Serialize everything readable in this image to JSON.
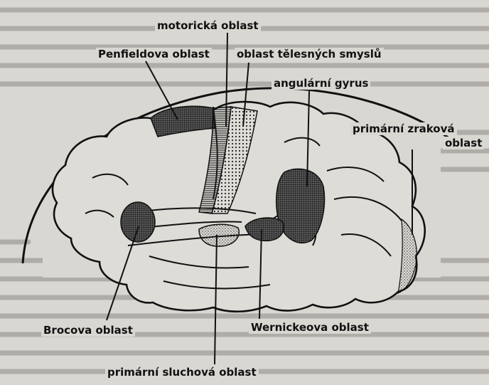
{
  "diagram": {
    "labels": {
      "motor_area": "motorická oblast",
      "penfield_area": "Penfieldova oblast",
      "somatosensory_area": "oblast tělesných smyslů",
      "angular_gyrus": "angulární gyrus",
      "visual_area_line1": "primární zraková",
      "visual_area_line2": "oblast",
      "broca_area": "Brocova oblast",
      "wernicke_area": "Wernickeova oblast",
      "auditory_area": "primární sluchová oblast"
    }
  },
  "colors": {
    "page": "#d9d7d2",
    "ink": "#111111",
    "background_text": "#a8a5a0"
  }
}
